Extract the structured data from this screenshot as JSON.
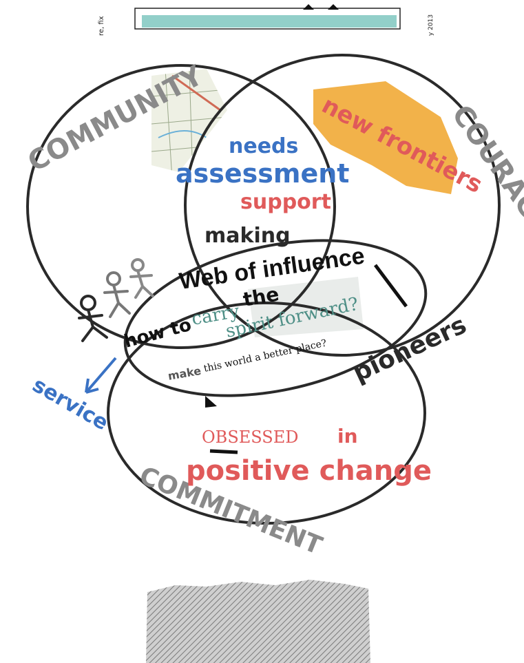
{
  "header": {
    "left_fragment": "re, fix",
    "right_fragment": "y 2013"
  },
  "labels": {
    "community": "COMMUNITY",
    "courage": "COURAGE",
    "commitment": "COMMITMENT"
  },
  "annotations": {
    "new_frontiers": "new frontiers",
    "needs": "needs",
    "assessment": "assessment",
    "support": "support",
    "making": "making",
    "title": "Web of influence",
    "how_to": "how to",
    "carry": "carry",
    "the": "the",
    "spirit_forward": "spirit forward?",
    "make": "make",
    "this_world": "this world a better place?",
    "pioneers": "pioneers",
    "service": "service",
    "obsessed": "OBSESSED",
    "in": "in",
    "positive_change": "positive change"
  },
  "colors": {
    "ink": "#2a2a2a",
    "blue": "#3a72c4",
    "red": "#e05a5a",
    "orange": "#f2b24a",
    "teal_text": "#4e8f86",
    "label_gray": "#8a8a8a",
    "teal_bar": "#7fc7bf"
  }
}
